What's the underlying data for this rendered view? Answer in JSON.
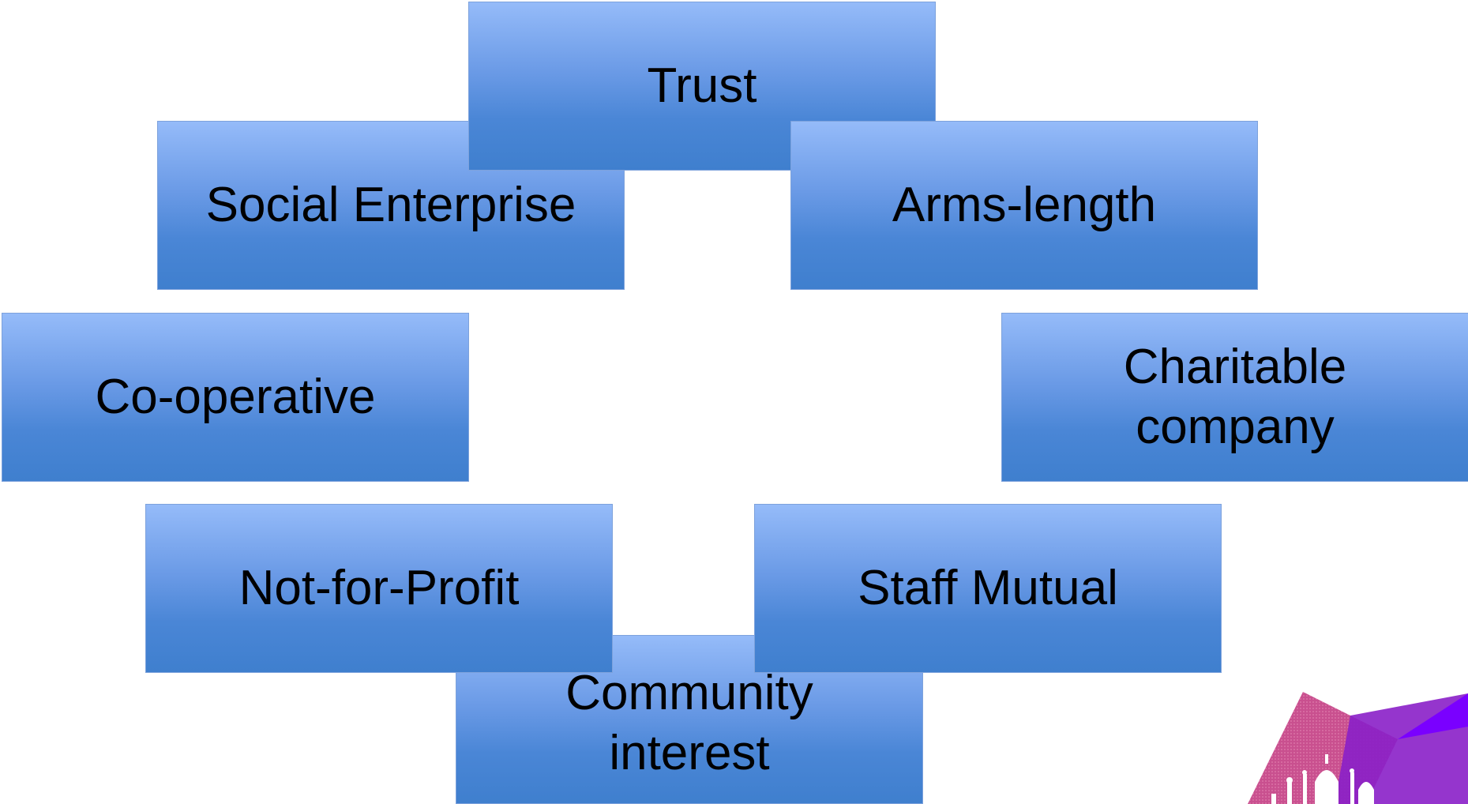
{
  "diagram": {
    "boxes": [
      {
        "id": "trust",
        "label": "Trust"
      },
      {
        "id": "social",
        "label": "Social Enterprise"
      },
      {
        "id": "arms",
        "label": "Arms-length"
      },
      {
        "id": "coop",
        "label": "Co-operative"
      },
      {
        "id": "charity",
        "label": "Charitable\ncompany"
      },
      {
        "id": "notprofit",
        "label": "Not-for-Profit"
      },
      {
        "id": "staff",
        "label": "Staff Mutual"
      },
      {
        "id": "community",
        "label": "Community\ninterest"
      }
    ]
  },
  "logo": {
    "icon": "pavilion-logo-icon",
    "colors": {
      "pink": "#c9508f",
      "purple": "#8a1fc8",
      "violet": "#7a00ff"
    }
  }
}
